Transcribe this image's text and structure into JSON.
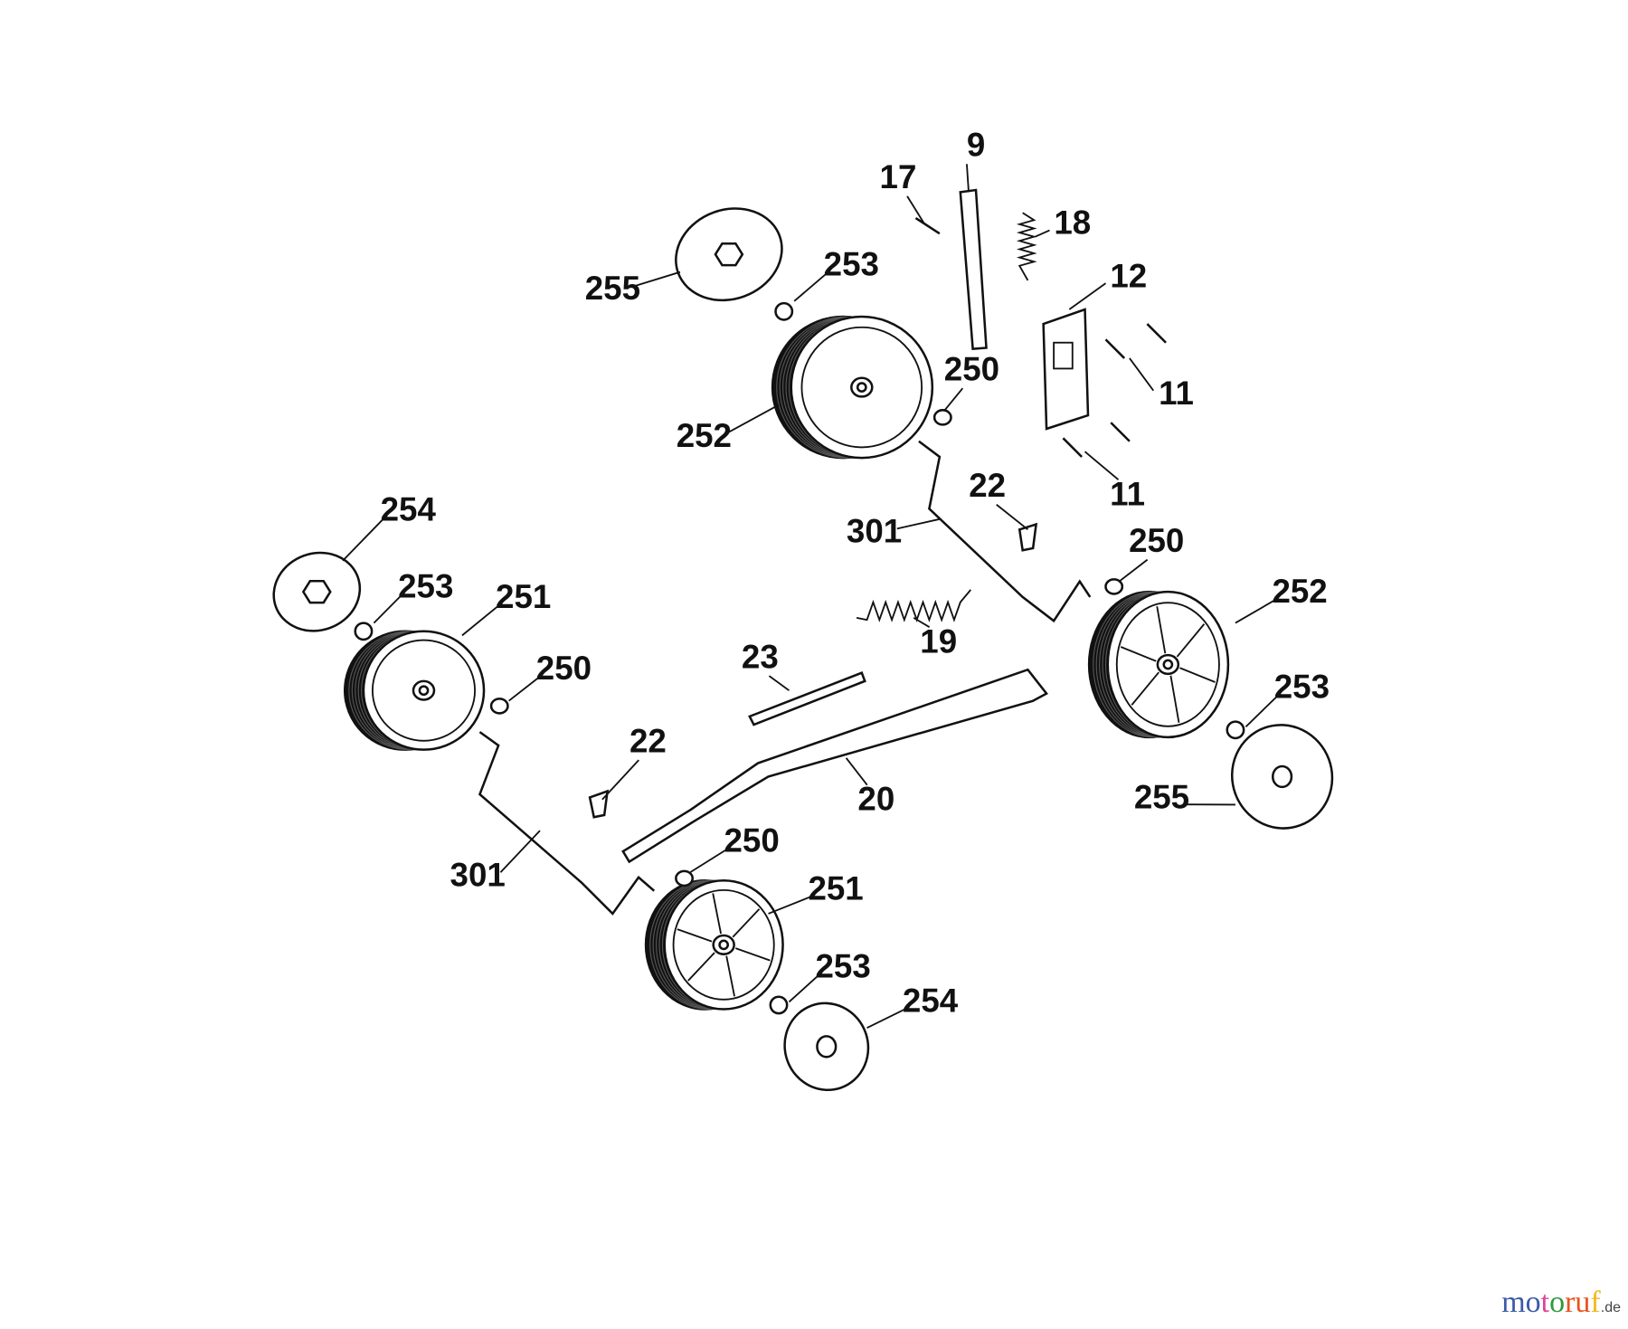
{
  "diagram": {
    "callouts": [
      "9",
      "17",
      "18",
      "12",
      "255",
      "253",
      "250",
      "252",
      "11",
      "11",
      "22",
      "301",
      "250",
      "254",
      "253",
      "251",
      "250",
      "19",
      "252",
      "23",
      "253",
      "22",
      "20",
      "255",
      "301",
      "250",
      "251",
      "253",
      "254"
    ]
  },
  "watermark": {
    "letters": [
      "m",
      "o",
      "t",
      "o",
      "r",
      "u",
      "f"
    ],
    "colors": [
      "#3b5ba8",
      "#3b5ba8",
      "#e0449b",
      "#2e9a3f",
      "#e8531f",
      "#e8531f",
      "#f2b81c"
    ],
    "suffix": ".de"
  }
}
